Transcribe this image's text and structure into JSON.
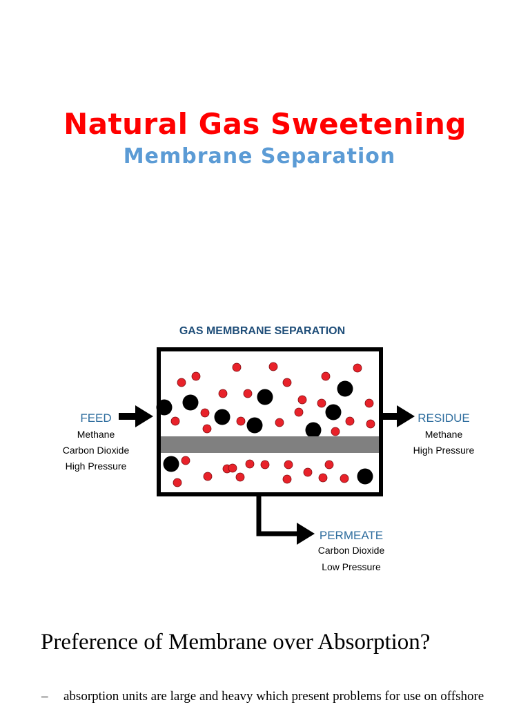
{
  "header": {
    "title": "Natural Gas Sweetening",
    "subtitle": "Membrane Separation"
  },
  "diagram": {
    "title": "GAS MEMBRANE SEPARATION",
    "feed": {
      "label": "FEED",
      "lines": [
        "Methane",
        "Carbon Dioxide",
        "High Pressure"
      ]
    },
    "residue": {
      "label": "RESIDUE",
      "lines": [
        "Methane",
        "High Pressure"
      ]
    },
    "permeate": {
      "label": "PERMEATE",
      "lines": [
        "Carbon Dioxide",
        "Low Pressure"
      ]
    }
  },
  "section": {
    "heading": "Preference of Membrane over Absorption?",
    "bullets": [
      {
        "marker": "–",
        "text": "absorption units are large and heavy which present problems for use on offshore"
      }
    ]
  },
  "colors": {
    "title": "#ff0000",
    "subtitle": "#5b9bd5",
    "diagram_label": "#2e6d9e",
    "diagram_title": "#1f4e79",
    "molecule_small": "#e8222a",
    "molecule_large": "#000000",
    "membrane": "#808080"
  }
}
